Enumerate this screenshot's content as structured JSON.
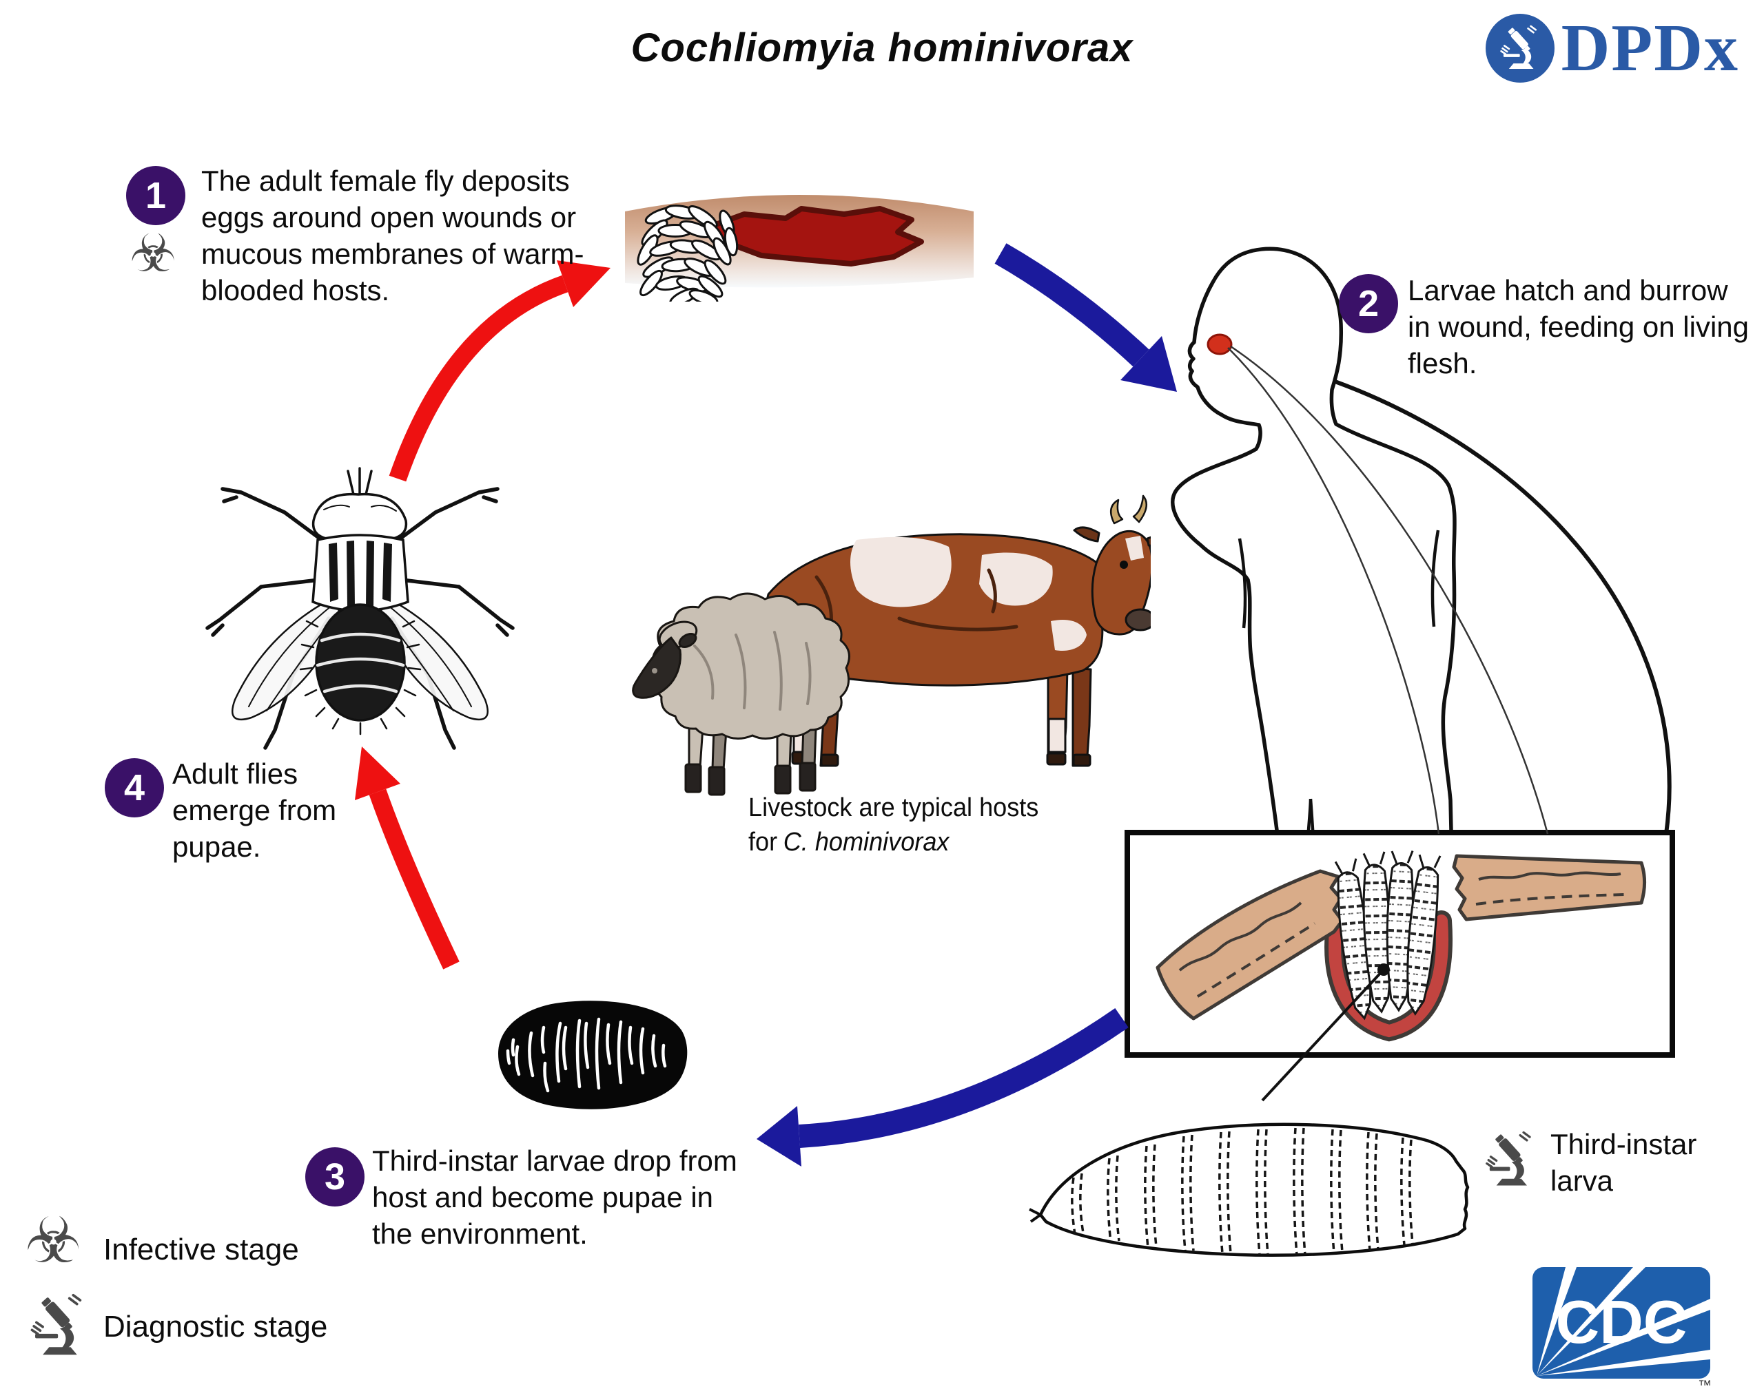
{
  "title": "Cochliomyia hominivorax",
  "dpdx": {
    "text": "DPDx"
  },
  "cdc": {
    "text": "CDC",
    "tm": "™"
  },
  "steps": {
    "s1": {
      "num": "1",
      "text": "The adult female fly deposits eggs around open wounds or mucous membranes of warm-blooded hosts."
    },
    "s2": {
      "num": "2",
      "text": "Larvae hatch and burrow in wound, feeding on living flesh."
    },
    "s3": {
      "num": "3",
      "text": "Third-instar larvae drop from host and become pupae in the environment."
    },
    "s4": {
      "num": "4",
      "text": "Adult flies emerge from pupae."
    }
  },
  "captions": {
    "livestock_line1": "Livestock are typical hosts",
    "livestock_for": "for",
    "livestock_species": "C. hominivorax",
    "larva_label": "Third-instar larva"
  },
  "legend": {
    "infective": {
      "icon": "biohazard-icon",
      "label": "Infective stage"
    },
    "diagnostic": {
      "icon": "microscope-icon",
      "label": "Diagnostic stage"
    }
  },
  "icons": {
    "biohazard_glyph": "☣"
  },
  "colors": {
    "step_circle": "#3A1168",
    "arrow_red": "#EE1111",
    "arrow_blue": "#1B1A9C",
    "dpdx_blue": "#2A5AA6",
    "cdc_blue": "#1E5FAC",
    "skin_tan": "#D9AC89",
    "wound_red": "#A41410",
    "icon_gray": "#4A4A4A"
  }
}
